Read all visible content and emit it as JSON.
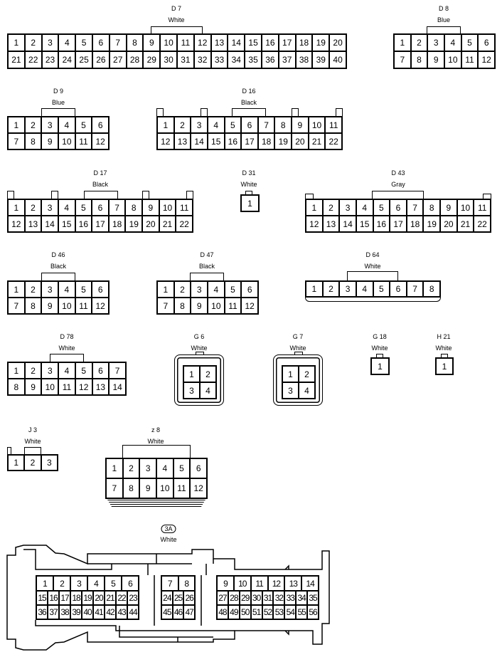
{
  "connectors": [
    {
      "code": "D 7",
      "color": "White",
      "rows": [
        [
          1,
          2,
          3,
          4,
          5,
          6,
          7,
          8,
          9,
          10,
          11,
          12,
          13,
          14,
          15,
          16,
          17,
          18,
          19,
          20
        ],
        [
          21,
          22,
          23,
          24,
          25,
          26,
          27,
          28,
          29,
          30,
          31,
          32,
          33,
          34,
          35,
          36,
          37,
          38,
          39,
          40
        ]
      ]
    },
    {
      "code": "D 8",
      "color": "Blue",
      "rows": [
        [
          1,
          2,
          3,
          4,
          5,
          6
        ],
        [
          7,
          8,
          9,
          10,
          11,
          12
        ]
      ]
    },
    {
      "code": "D 9",
      "color": "Blue",
      "rows": [
        [
          1,
          2,
          3,
          4,
          5,
          6
        ],
        [
          7,
          8,
          9,
          10,
          11,
          12
        ]
      ]
    },
    {
      "code": "D 16",
      "color": "Black",
      "rows": [
        [
          1,
          2,
          3,
          4,
          5,
          6,
          7,
          8,
          9,
          10,
          11
        ],
        [
          12,
          13,
          14,
          15,
          16,
          17,
          18,
          19,
          20,
          21,
          22
        ]
      ]
    },
    {
      "code": "D 17",
      "color": "Black",
      "rows": [
        [
          1,
          2,
          3,
          4,
          5,
          6,
          7,
          8,
          9,
          10,
          11
        ],
        [
          12,
          13,
          14,
          15,
          16,
          17,
          18,
          19,
          20,
          21,
          22
        ]
      ]
    },
    {
      "code": "D 31",
      "color": "White",
      "rows": [
        [
          1
        ]
      ]
    },
    {
      "code": "D 43",
      "color": "Gray",
      "rows": [
        [
          1,
          2,
          3,
          4,
          5,
          6,
          7,
          8,
          9,
          10,
          11
        ],
        [
          12,
          13,
          14,
          15,
          16,
          17,
          18,
          19,
          20,
          21,
          22
        ]
      ]
    },
    {
      "code": "D 46",
      "color": "Black",
      "rows": [
        [
          1,
          2,
          3,
          4,
          5,
          6
        ],
        [
          7,
          8,
          9,
          10,
          11,
          12
        ]
      ]
    },
    {
      "code": "D 47",
      "color": "Black",
      "rows": [
        [
          1,
          2,
          3,
          4,
          5,
          6
        ],
        [
          7,
          8,
          9,
          10,
          11,
          12
        ]
      ]
    },
    {
      "code": "D 64",
      "color": "White",
      "rows": [
        [
          1,
          2,
          3,
          4,
          5,
          6,
          7,
          8
        ]
      ]
    },
    {
      "code": "D 78",
      "color": "White",
      "rows": [
        [
          1,
          2,
          3,
          4,
          5,
          6,
          7
        ],
        [
          8,
          9,
          10,
          11,
          12,
          13,
          14
        ]
      ]
    },
    {
      "code": "G 6",
      "color": "White",
      "rows": [
        [
          1,
          2
        ],
        [
          3,
          4
        ]
      ]
    },
    {
      "code": "G 7",
      "color": "White",
      "rows": [
        [
          1,
          2
        ],
        [
          3,
          4
        ]
      ]
    },
    {
      "code": "G 18",
      "color": "White",
      "rows": [
        [
          1
        ]
      ]
    },
    {
      "code": "H 21",
      "color": "White",
      "rows": [
        [
          1
        ]
      ]
    },
    {
      "code": "J 3",
      "color": "White",
      "rows": [
        [
          1,
          2,
          3
        ]
      ]
    },
    {
      "code": "z 8",
      "color": "White",
      "rows": [
        [
          1,
          2,
          3,
          4,
          5,
          6
        ],
        [
          7,
          8,
          9,
          10,
          11,
          12
        ]
      ]
    }
  ],
  "main_connector": {
    "code": "3A",
    "color": "White",
    "sections": [
      {
        "rows": [
          [
            1,
            2,
            3,
            4,
            5,
            6
          ],
          [
            15,
            16,
            17,
            18,
            19,
            20,
            21,
            22,
            23
          ],
          [
            36,
            37,
            38,
            39,
            40,
            41,
            42,
            43,
            44
          ]
        ]
      },
      {
        "rows": [
          [
            7,
            8
          ],
          [
            24,
            25,
            26
          ],
          [
            45,
            46,
            47
          ]
        ]
      },
      {
        "rows": [
          [
            9,
            10,
            11,
            12,
            13,
            14
          ],
          [
            27,
            28,
            29,
            30,
            31,
            32,
            33,
            34,
            35
          ],
          [
            48,
            49,
            50,
            51,
            52,
            53,
            54,
            55,
            56
          ]
        ]
      }
    ]
  }
}
